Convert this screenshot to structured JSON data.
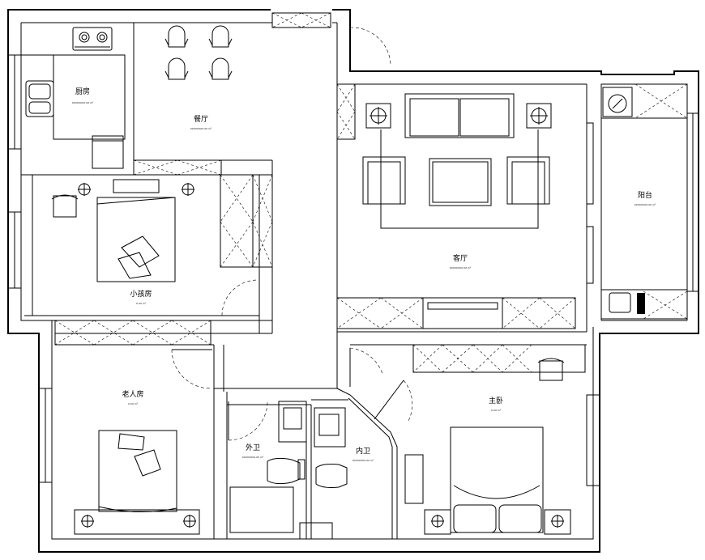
{
  "rooms": {
    "kitchen": {
      "label": "厨房",
      "sub": "XXXXXXXX.XX m²"
    },
    "dining": {
      "label": "餐厅",
      "sub": "XXXXXXXX.XX m²"
    },
    "living": {
      "label": "客厅",
      "sub": "XXXXXXXX.XX m²"
    },
    "balcony": {
      "label": "阳台",
      "sub": "XXXXXXXX.XX m²"
    },
    "small_bed": {
      "label": "小孩房",
      "sub": "X.XX m²"
    },
    "elder_bed": {
      "label": "老人房",
      "sub": "X.XX m²"
    },
    "master_bed": {
      "label": "主卧",
      "sub": "X.XX m²"
    },
    "outer_bath": {
      "label": "外卫",
      "sub": "XXXXXXXX.XX m²"
    },
    "inner_bath": {
      "label": "内卫",
      "sub": "XXXXXXXX.XX m²"
    }
  },
  "icons": [
    "stove-icon",
    "sink-icon",
    "chair-icon",
    "sofa-icon",
    "bed-icon",
    "lamp-icon",
    "toilet-icon",
    "washer-icon",
    "tv-cabinet-icon",
    "wardrobe-icon",
    "door-swing-icon"
  ]
}
